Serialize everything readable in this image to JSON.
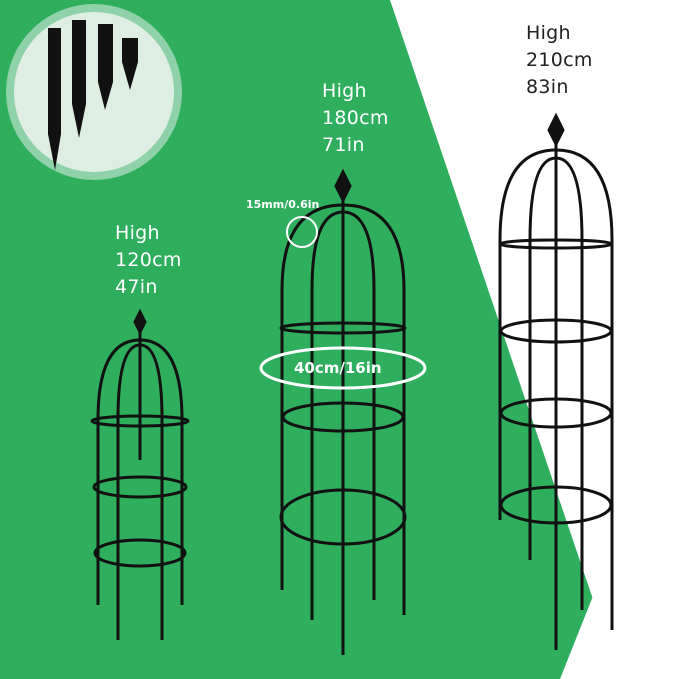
{
  "product": {
    "background_colors": {
      "green": "#2fae5e",
      "white": "#ffffff"
    },
    "frame_color": "#111111",
    "inset": {
      "icon": "stake-spike-icon"
    },
    "rod_diameter_label": "15mm/0.6in",
    "ring_width_label": "40cm/16in",
    "sizes": [
      {
        "high": "High",
        "cm": "120cm",
        "in": "47in"
      },
      {
        "high": "High",
        "cm": "180cm",
        "in": "71in"
      },
      {
        "high": "High",
        "cm": "210cm",
        "in": "83in"
      }
    ]
  }
}
